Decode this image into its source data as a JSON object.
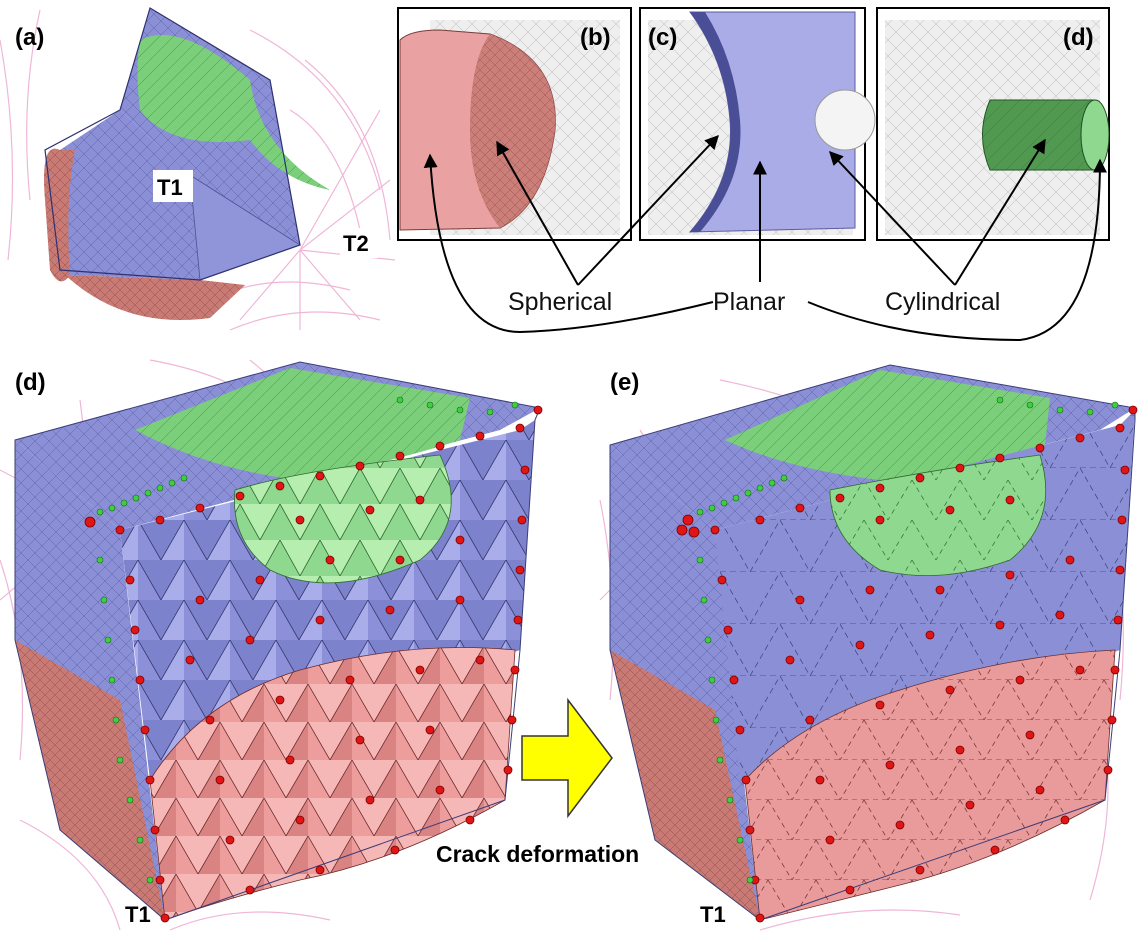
{
  "figure": {
    "panels": {
      "a": {
        "label": "(a)",
        "markers": [
          "T1",
          "T2"
        ]
      },
      "b": {
        "label": "(b)"
      },
      "c": {
        "label": "(c)"
      },
      "d_top": {
        "label": "(d)"
      },
      "d_bottom": {
        "label": "(d)",
        "marker": "T1"
      },
      "e": {
        "label": "(e)",
        "marker": "T1"
      }
    },
    "surface_types": {
      "spherical": "Spherical",
      "planar": "Planar",
      "cylindrical": "Cylindrical"
    },
    "transition_label": "Crack deformation",
    "colors": {
      "planar_face": "#8a8fd6",
      "spherical_face": "#e99a9a",
      "cylindrical_face": "#8fd88f",
      "mesh_node": "#e01515",
      "boundary_node": "#3ecf3e",
      "guide_lines": "#f0b6d8",
      "arrow_fill": "#ffff00"
    }
  }
}
